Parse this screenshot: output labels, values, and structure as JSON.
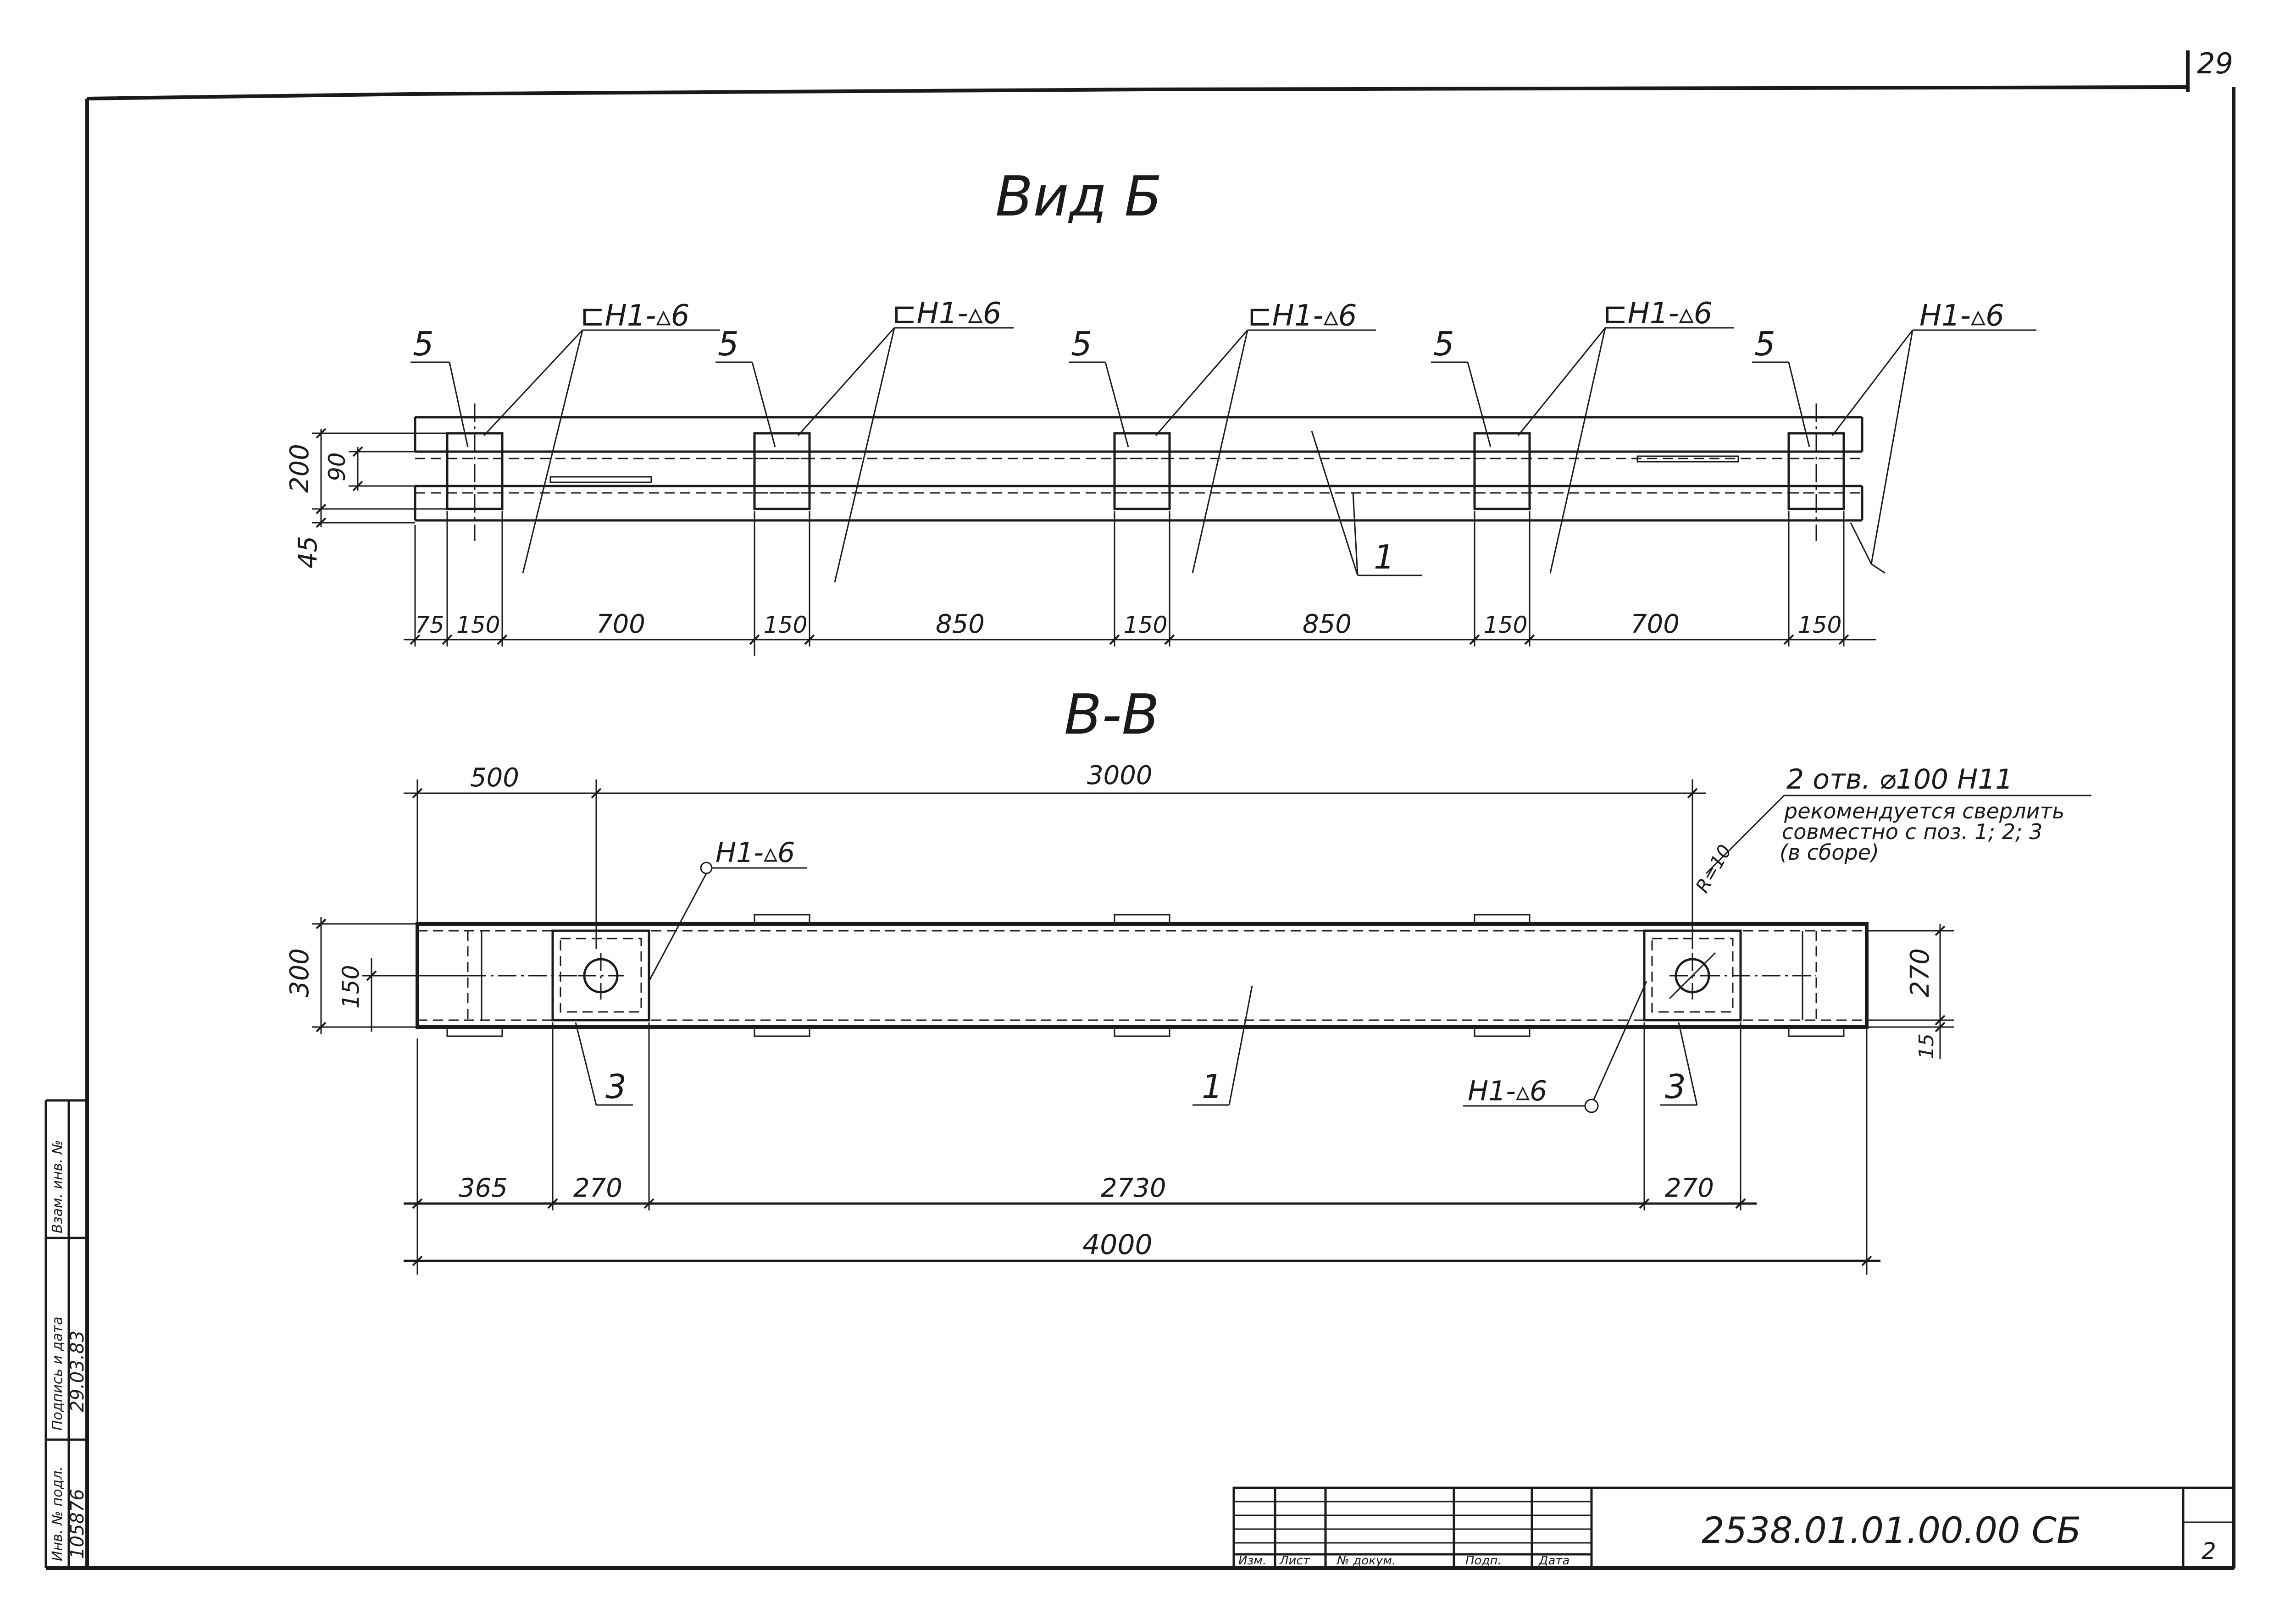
{
  "page": {
    "number": "29"
  },
  "view_b": {
    "title": "Вид Б",
    "weld_labels": [
      "⊏Н1-▵6",
      "⊏Н1-▵6",
      "⊏Н1-▵6",
      "⊏Н1-▵6",
      "Н1-▵6"
    ],
    "pos_labels": [
      "5",
      "5",
      "5",
      "5",
      "5"
    ],
    "part_label": "1",
    "vert_dims": {
      "total": "200",
      "inner": "90",
      "bottom": "45"
    },
    "horiz_dims": [
      "75",
      "150",
      "700",
      "150",
      "850",
      "150",
      "850",
      "150",
      "700",
      "150"
    ]
  },
  "section_vv": {
    "title": "В-В",
    "top_dims": {
      "left": "500",
      "center": "3000"
    },
    "note": {
      "line1": "2 отв. ⌀100 Н11",
      "line2": "рекомендуется сверлить",
      "line3": "совместно с поз. 1; 2; 3",
      "line4": "(в сборе)"
    },
    "radius_label": "R=10",
    "weld_top": "Н1-▵6",
    "weld_bottom": "Н1-▵6",
    "left_dims": {
      "height": "300",
      "inner": "150"
    },
    "right_dims": {
      "height": "270",
      "offset": "15"
    },
    "part_labels": {
      "left": "3",
      "center": "1",
      "right": "3"
    },
    "bottom_dims": [
      "365",
      "270",
      "2730",
      "270"
    ],
    "overall": "4000"
  },
  "stamp": {
    "inv_header": "Инв. № подл.",
    "inv_value": "105876",
    "sign_header": "Подпись и дата",
    "sign_value": "29.03.83",
    "replace_header": "Взам. инв. №"
  },
  "title_block": {
    "designation": "2538.01.01.00.00 СБ",
    "sheet": "2",
    "columns": [
      "Изм.",
      "Лист",
      "№ докум.",
      "Подп.",
      "Дата"
    ]
  }
}
